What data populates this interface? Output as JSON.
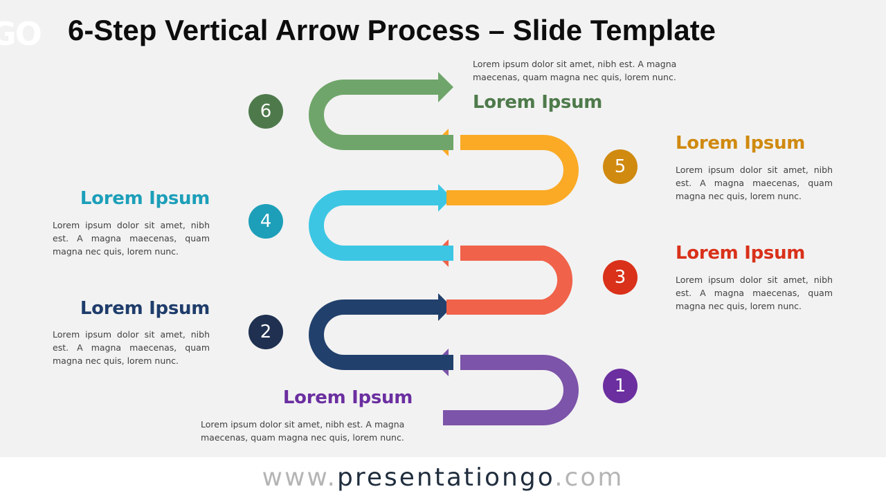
{
  "title": "6-Step Vertical Arrow Process – Slide Template",
  "logo_text": "GO",
  "steps": [
    {
      "number": "1",
      "heading": "Lorem Ipsum",
      "text": "Lorem ipsum dolor sit amet, nibh est. A magna maecenas, quam magna nec quis, lorem nunc.",
      "color": "#7c54a9",
      "badge_color": "#6b2fa0",
      "heading_color": "#6b2fa0"
    },
    {
      "number": "2",
      "heading": "Lorem Ipsum",
      "text": "Lorem ipsum dolor sit amet, nibh est. A magna maecenas, quam magna nec quis, lorem nunc.",
      "color": "#21406c",
      "badge_color": "#1f3050",
      "heading_color": "#1f3d6b"
    },
    {
      "number": "3",
      "heading": "Lorem Ipsum",
      "text": "Lorem ipsum dolor sit amet, nibh est. A magna maecenas, quam magna nec quis, lorem nunc.",
      "color": "#f0624a",
      "badge_color": "#d9311a",
      "heading_color": "#d9311a"
    },
    {
      "number": "4",
      "heading": "Lorem Ipsum",
      "text": "Lorem ipsum dolor sit amet, nibh est. A magna maecenas, quam magna nec quis, lorem nunc.",
      "color": "#3cc6e3",
      "badge_color": "#1d9fb9",
      "heading_color": "#1d9fb9"
    },
    {
      "number": "5",
      "heading": "Lorem Ipsum",
      "text": "Lorem ipsum dolor sit amet, nibh est. A magna maecenas, quam magna nec quis, lorem nunc.",
      "color": "#fbaa25",
      "badge_color": "#d08a10",
      "heading_color": "#d08a10"
    },
    {
      "number": "6",
      "heading": "Lorem Ipsum",
      "text": "Lorem ipsum dolor sit amet, nibh est. A magna maecenas, quam magna nec quis, lorem nunc.",
      "color": "#6fa56a",
      "badge_color": "#4e7a4b",
      "heading_color": "#4e7a4b"
    }
  ],
  "footer": {
    "prefix": "www.",
    "brand": "presentationgo",
    "suffix": ".com"
  }
}
